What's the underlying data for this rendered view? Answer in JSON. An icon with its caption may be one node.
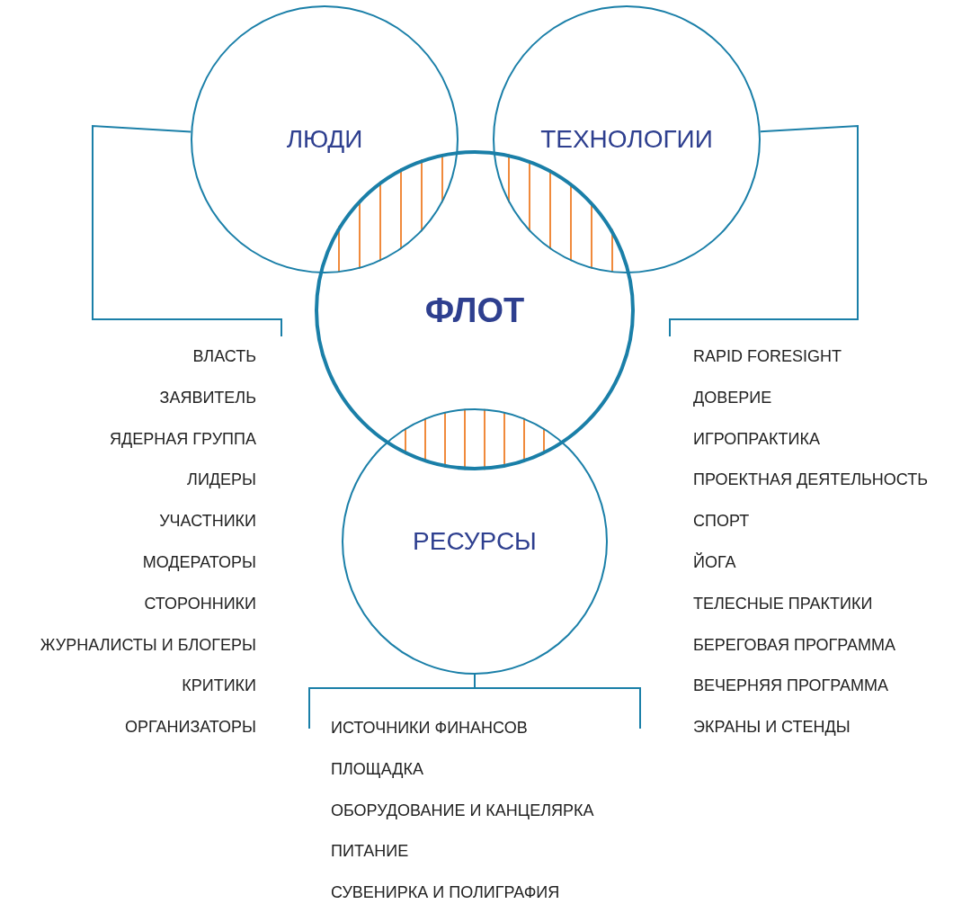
{
  "diagram": {
    "nodes": [
      {
        "text": [
          "ЛЮДИ"
        ]
      },
      {
        "text": [
          "ТЕХНОЛОГИИ"
        ]
      },
      {
        "text": [
          "ФЛОТ"
        ]
      },
      {
        "text": [
          "РЕСУРСЫ"
        ]
      },
      {
        "text": [
          "ВЛАСТЬ",
          "ЗАЯВИТЕЛЬ",
          "ЯДЕРНАЯ ГРУППА",
          "ЛИДЕРЫ",
          "УЧАСТНИКИ",
          "МОДЕРАТОРЫ",
          "СТОРОННИКИ",
          "ЖУРНАЛИСТЫ И БЛОГЕРЫ",
          "КРИТИКИ",
          "ОРГАНИЗАТОРЫ"
        ]
      },
      {
        "text": [
          "RAPID FORESIGHT",
          "ДОВЕРИЕ",
          "ИГРОПРАКТИКА",
          "ПРОЕКТНАЯ ДЕЯТЕЛЬНОСТЬ",
          "СПОРТ",
          "ЙОГА",
          "ТЕЛЕСНЫЕ ПРАКТИКИ",
          "БЕРЕГОВАЯ ПРОГРАММА",
          "ВЕЧЕРНЯЯ ПРОГРАММА",
          "ЭКРАНЫ И СТЕНДЫ"
        ]
      },
      {
        "text": [
          "ИСТОЧНИКИ ФИНАНСОВ",
          "ПЛОЩАДКА",
          "ОБОРУДОВАНИЕ И КАНЦЕЛЯРКА",
          "ПИТАНИЕ",
          "СУВЕНИРКА И ПОЛИГРАФИЯ"
        ]
      }
    ],
    "edges": [
      {
        "from": 0,
        "to": 4,
        "arrow": "none"
      },
      {
        "from": 1,
        "to": 5,
        "arrow": "none"
      },
      {
        "from": 3,
        "to": 6,
        "arrow": "none"
      }
    ]
  }
}
